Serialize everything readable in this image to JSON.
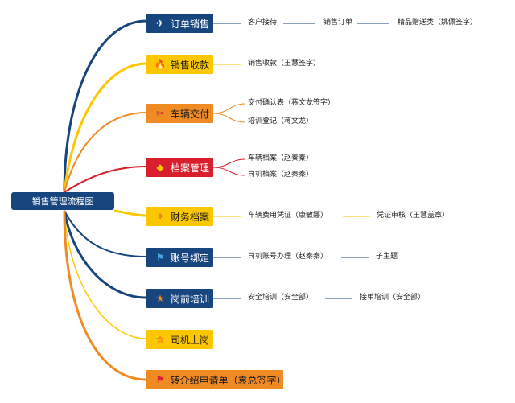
{
  "root": {
    "label": "销售管理流程图"
  },
  "colors": {
    "navy": "#17457e",
    "yellow": "#fdc700",
    "orange": "#f08a22",
    "red": "#d81f2b"
  },
  "branches": [
    {
      "label": "订单销售",
      "icon": "paper-plane-icon",
      "color": "navy",
      "children": [
        "客户接待",
        "销售订单",
        "精品赠送类（姚佩签字）"
      ]
    },
    {
      "label": "销售收款",
      "icon": "flame-icon",
      "color": "yellow",
      "children": [
        "销售收款（王慧签字）"
      ]
    },
    {
      "label": "车辆交付",
      "icon": "tools-icon",
      "color": "orange",
      "children": [
        "交付确认表（蒋文龙签字）",
        "培训登记（蒋文龙）"
      ]
    },
    {
      "label": "档案管理",
      "icon": "diamond-icon",
      "color": "red",
      "children": [
        "车辆档案（赵秦秦）",
        "司机档案（赵秦秦）"
      ]
    },
    {
      "label": "财务档案",
      "icon": "wand-icon",
      "color": "yellow",
      "children": [
        "车辆费用凭证（康敏娜）",
        "凭证审核（王慧盖章）"
      ]
    },
    {
      "label": "账号绑定",
      "icon": "flag-icon",
      "color": "navy",
      "children": [
        "司机账号办理（赵秦秦）",
        "子主题"
      ]
    },
    {
      "label": "岗前培训",
      "icon": "star-icon",
      "color": "navy",
      "children": [
        "安全培训（安全部）",
        "接单培训（安全部）"
      ]
    },
    {
      "label": "司机上岗",
      "icon": "star-outline-icon",
      "color": "yellow",
      "children": []
    },
    {
      "label": "转介绍申请单（袁总签字）",
      "icon": "red-flag-icon",
      "color": "orange",
      "children": []
    }
  ]
}
